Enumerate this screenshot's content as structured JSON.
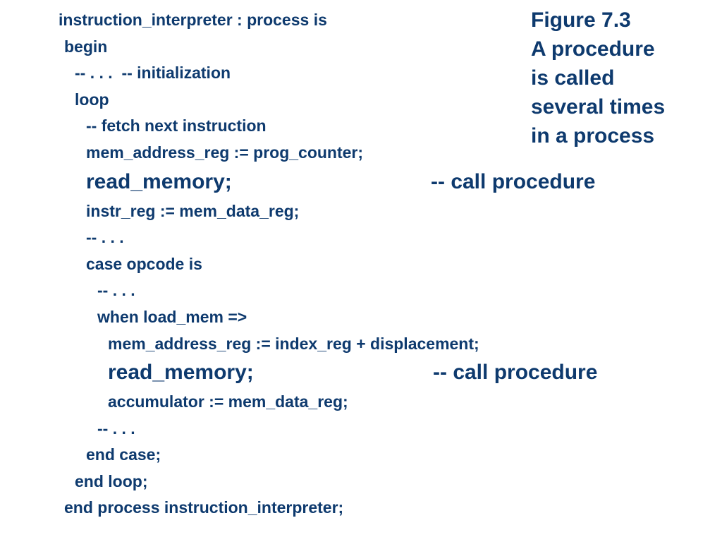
{
  "colors": {
    "text": "#0e3a6e",
    "background": "#ffffff"
  },
  "code_lines": [
    "instruction_interpreter : process is",
    "begin",
    "-- . . .  -- initialization",
    "loop",
    "-- fetch next instruction",
    "mem_address_reg := prog_counter;",
    "read_memory;",
    "instr_reg := mem_data_reg;",
    "-- . . .",
    "case opcode is",
    "-- . . .",
    "when load_mem =>",
    "mem_address_reg := index_reg + displacement;",
    "read_memory;",
    "accumulator := mem_data_reg;",
    "-- . . .",
    "end case;",
    "end loop;",
    "end process instruction_interpreter;"
  ],
  "comments": [
    "-- call procedure",
    "-- call procedure"
  ],
  "caption": [
    "Figure 7.3",
    "A procedure",
    "is called",
    "several times",
    "in a process"
  ]
}
